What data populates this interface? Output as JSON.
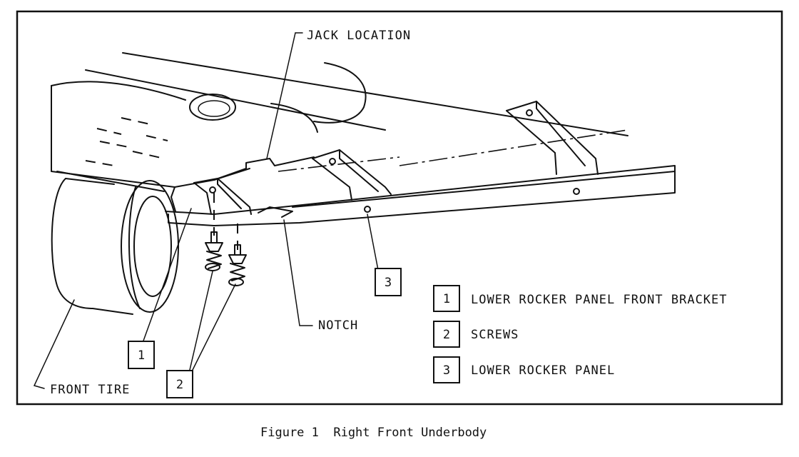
{
  "callouts": {
    "jack_location": "JACK LOCATION",
    "notch": "NOTCH",
    "front_tire": "FRONT TIRE",
    "num1": "1",
    "num2": "2",
    "num3": "3"
  },
  "legend": [
    {
      "number": "1",
      "label": "LOWER ROCKER PANEL FRONT BRACKET"
    },
    {
      "number": "2",
      "label": "SCREWS"
    },
    {
      "number": "3",
      "label": "LOWER ROCKER PANEL"
    }
  ],
  "caption": "Figure 1  Right Front Underbody"
}
